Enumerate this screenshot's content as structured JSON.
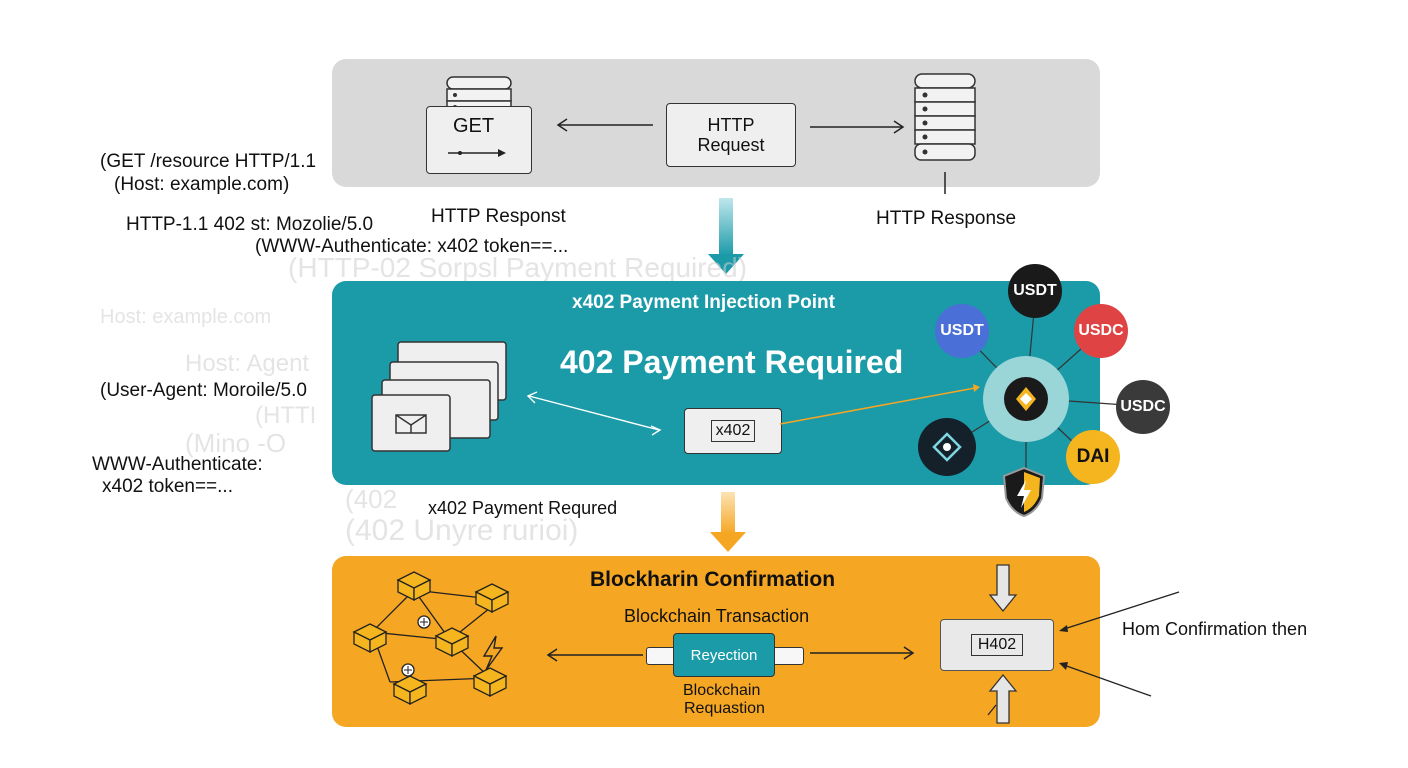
{
  "left_annotations": {
    "get_line": "(GET /resource HTTP/1.1",
    "host_line": "(Host: example.com)",
    "status_line": "HTTP-1.1 402 st: Mozolie/5.0",
    "auth_line": "(WWW-Authenticate: x402 token==...",
    "ghost_host": "Host: example.com",
    "ghost_host2": "Host: Agent",
    "user_agent": "(User-Agent: Moroile/5.0",
    "ghost_http": "(HTTI",
    "ghost_mino": "(Mino -O",
    "auth_label": "WWW-Authenticate:",
    "token_label": "x402 token==..."
  },
  "http_section": {
    "client_label": "GET",
    "request_label": "HTTP Request",
    "response_left": "HTTP Responst",
    "response_right": "HTTP Response"
  },
  "payment_section": {
    "title": "x402 Payment Injection Point",
    "headline": "402 Payment Required",
    "token_box": "x402",
    "below_label": "x402 Payment Requred",
    "ghost_402a": "(402",
    "ghost_402b": "(402 Unyre rurioi)",
    "ghost_top": "(HTTP-02 Sorpsl Payment Required)",
    "coins": [
      {
        "label": "USDT",
        "color": "#1a1a1a"
      },
      {
        "label": "USDT",
        "color": "#4a6fd6"
      },
      {
        "label": "USDC",
        "color": "#e04343"
      },
      {
        "label": "USDC",
        "color": "#3a3a3a"
      },
      {
        "label": "DAI",
        "color": "#f5b51e"
      }
    ]
  },
  "chain_section": {
    "title": "Blockharin Confirmation",
    "subtitle": "Blockchain Transaction",
    "tx_label": "Reyection",
    "tx_below_1": "Blockchain",
    "tx_below_2": "Requastion",
    "verify_box": "H402",
    "right_note": "Hom Confirmation then"
  }
}
